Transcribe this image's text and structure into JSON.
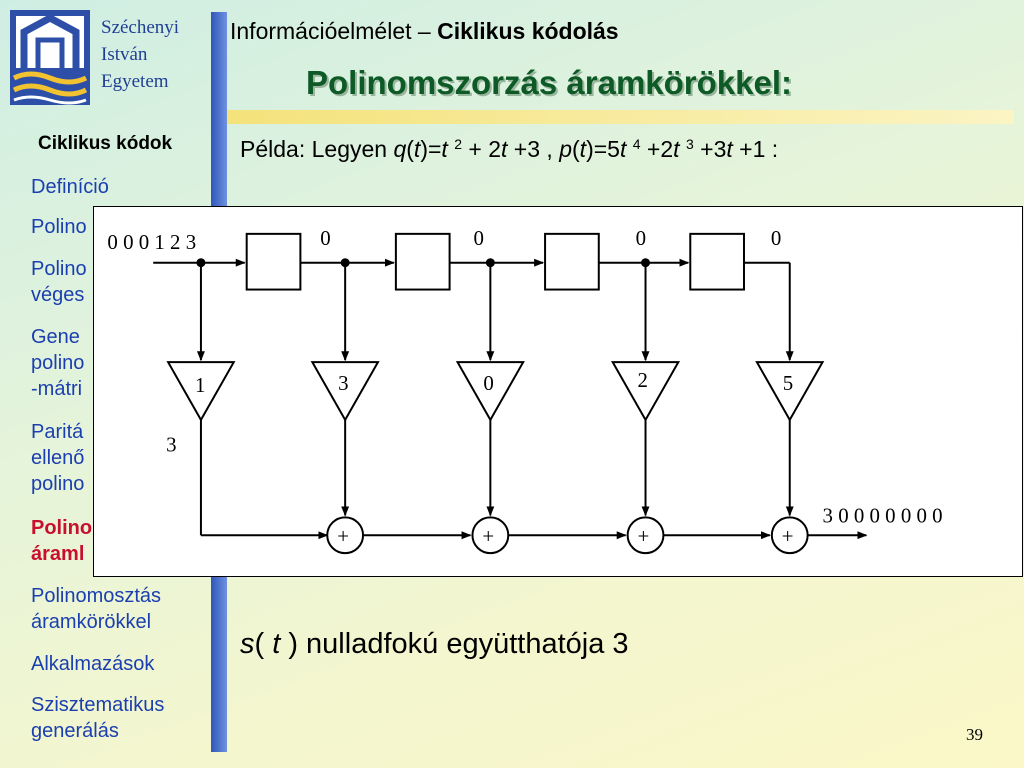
{
  "logo": {
    "name_lines": [
      "Széchenyi",
      "István",
      "Egyetem"
    ],
    "icon": "university-logo"
  },
  "header": {
    "course": "Információelmélet – ",
    "topic": "Ciklikus kódolás",
    "title": "Polinomszorzás áramkörökkel:"
  },
  "sidebar": {
    "heading": "Ciklikus kódok",
    "items": [
      {
        "lines": [
          "Definíció"
        ],
        "active": false
      },
      {
        "lines": [
          "Polino"
        ],
        "active": false
      },
      {
        "lines": [
          "Polino",
          "véges"
        ],
        "active": false
      },
      {
        "lines": [
          "Gene",
          "polino",
          "-mátri"
        ],
        "active": false
      },
      {
        "lines": [
          "Paritá",
          "ellenő",
          "polino"
        ],
        "active": false
      },
      {
        "lines": [
          "Polino",
          "áraml"
        ],
        "active": true
      },
      {
        "lines": [
          "Polinomosztás",
          "áramkörökkel"
        ],
        "active": false
      },
      {
        "lines": [
          "Alkalmazások"
        ],
        "active": false
      },
      {
        "lines": [
          "Szisztematikus",
          "generálás"
        ],
        "active": false
      }
    ]
  },
  "example": {
    "prefix": "Példa: Legyen ",
    "q_name": "q",
    "t": "t",
    "q_eq": "=",
    "q_exp1": "2",
    "q_rest1": " + 2",
    "q_rest2": " +3 ,  ",
    "p_name": "p",
    "p_eq": "=5",
    "p_exp1": "4",
    "p_mid": " +2",
    "p_exp2": "3",
    "p_mid2": " +3",
    "p_end": "  +1 :"
  },
  "diagram": {
    "input_sequence": "0 0 0 1 2 3",
    "register_values": [
      "0",
      "0",
      "0",
      "0"
    ],
    "coefficients": [
      "1",
      "3",
      "0",
      "2",
      "5"
    ],
    "tap_output": "3",
    "adder_symbol": "+",
    "output_sequence": "3 0 0 0 0 0 0 0"
  },
  "result": {
    "s": "s",
    "open": "( ",
    "t": "t",
    "rest": " ) nulladfokú együtthatója 3"
  },
  "page_number": "39",
  "colors": {
    "sidebar_bar": "#2f57b8",
    "header_bar": "#f4e27a",
    "title": "#0d5a26",
    "nav_link": "#1b3fb0",
    "nav_active": "#c8102e",
    "logo_blue": "#1f3f94"
  }
}
